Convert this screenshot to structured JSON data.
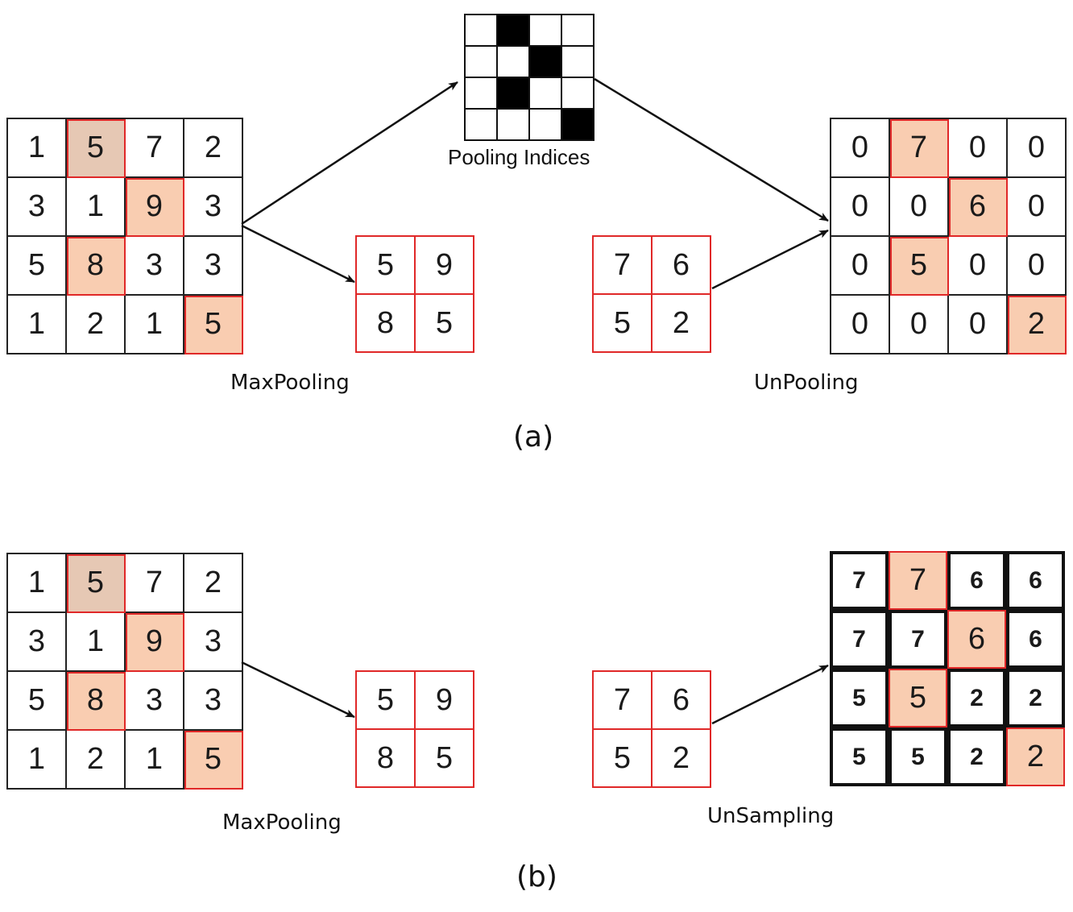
{
  "panel_a": {
    "input_grid": [
      [
        1,
        5,
        7,
        2
      ],
      [
        3,
        1,
        9,
        3
      ],
      [
        5,
        8,
        3,
        3
      ],
      [
        1,
        2,
        1,
        5
      ]
    ],
    "input_highlight": [
      [
        0,
        1
      ],
      [
        1,
        2
      ],
      [
        2,
        1
      ],
      [
        3,
        3
      ]
    ],
    "pooling_indices": [
      [
        0,
        1,
        0,
        0
      ],
      [
        0,
        0,
        1,
        0
      ],
      [
        0,
        1,
        0,
        0
      ],
      [
        0,
        0,
        0,
        1
      ]
    ],
    "pooling_indices_label": "Pooling Indices",
    "pooled_grid": [
      [
        5,
        9
      ],
      [
        8,
        5
      ]
    ],
    "decoder_input_grid": [
      [
        7,
        6
      ],
      [
        5,
        2
      ]
    ],
    "output_grid": [
      [
        0,
        7,
        0,
        0
      ],
      [
        0,
        0,
        6,
        0
      ],
      [
        0,
        5,
        0,
        0
      ],
      [
        0,
        0,
        0,
        2
      ]
    ],
    "output_highlight": [
      [
        0,
        1
      ],
      [
        1,
        2
      ],
      [
        2,
        1
      ],
      [
        3,
        3
      ]
    ],
    "maxpool_label": "MaxPooling",
    "unpool_label": "UnPooling",
    "caption": "(a)"
  },
  "panel_b": {
    "input_grid": [
      [
        1,
        5,
        7,
        2
      ],
      [
        3,
        1,
        9,
        3
      ],
      [
        5,
        8,
        3,
        3
      ],
      [
        1,
        2,
        1,
        5
      ]
    ],
    "input_highlight": [
      [
        0,
        1
      ],
      [
        1,
        2
      ],
      [
        2,
        1
      ],
      [
        3,
        3
      ]
    ],
    "pooled_grid": [
      [
        5,
        9
      ],
      [
        8,
        5
      ]
    ],
    "decoder_input_grid": [
      [
        7,
        6
      ],
      [
        5,
        2
      ]
    ],
    "output_grid": [
      [
        7,
        7,
        6,
        6
      ],
      [
        7,
        7,
        6,
        6
      ],
      [
        5,
        5,
        2,
        2
      ],
      [
        5,
        5,
        2,
        2
      ]
    ],
    "output_highlight": [
      [
        0,
        1
      ],
      [
        1,
        2
      ],
      [
        2,
        1
      ],
      [
        3,
        3
      ]
    ],
    "maxpool_label": "MaxPooling",
    "upsample_label": "UnSampling",
    "caption": "(b)"
  },
  "colors": {
    "highlight": "#f9cdb1",
    "highlight_first": "#e6c8b4",
    "red_border": "#e02828",
    "black": "#000000"
  }
}
